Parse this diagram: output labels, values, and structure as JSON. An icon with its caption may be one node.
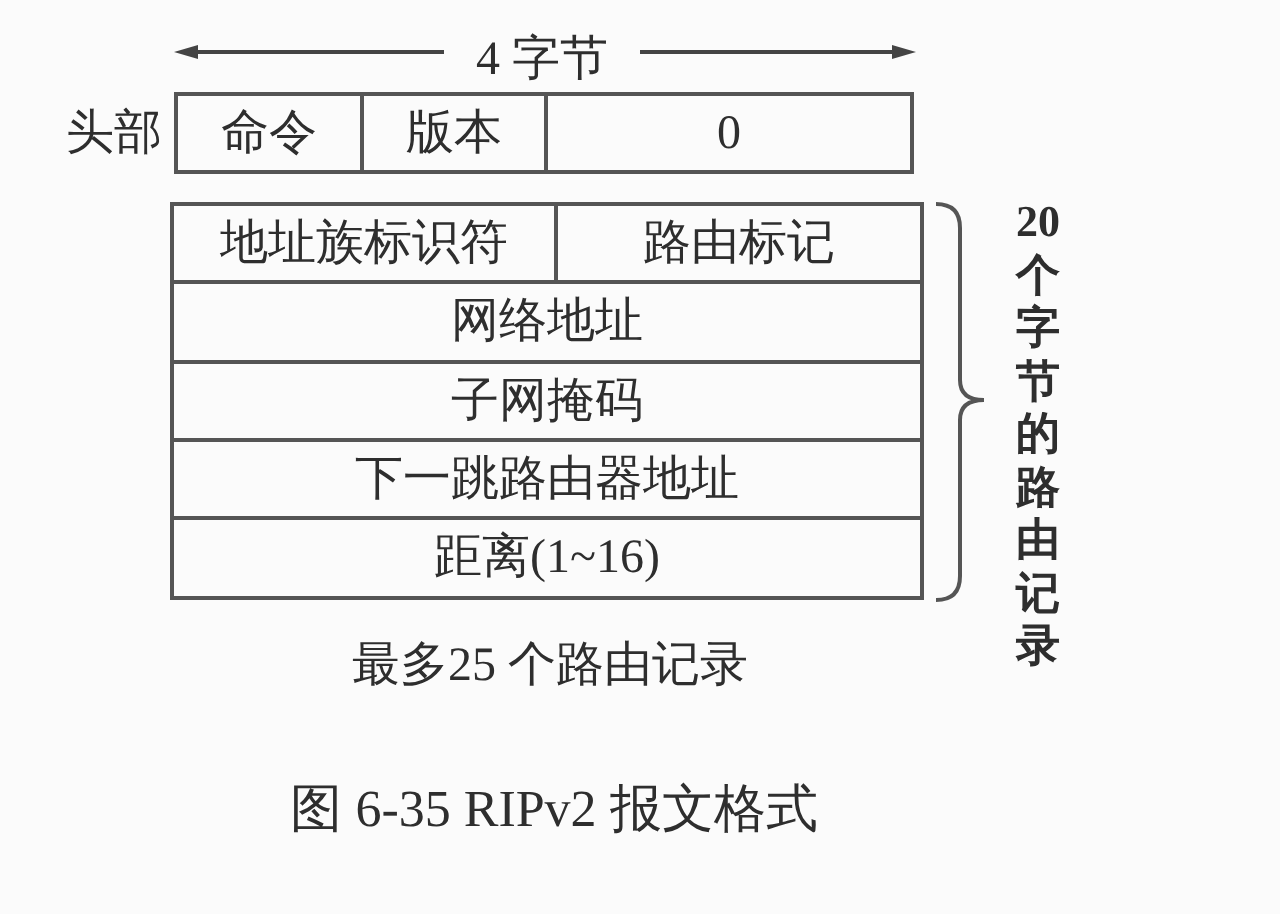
{
  "diagram": {
    "caption": "图 6-35 RIPv2 报文格式",
    "nodes": [
      {
        "text": [
          "头部"
        ]
      },
      {
        "text": [
          "命令"
        ],
        "in": 0
      },
      {
        "text": [
          "版本"
        ],
        "in": 0
      },
      {
        "text": [
          "0"
        ],
        "in": 0
      },
      {
        "text": [],
        "shape": "box",
        "beside": [
          "20个字节的路由记录",
          "最多25 个路由记录"
        ]
      },
      {
        "text": [
          "地址族标识符"
        ],
        "in": 4
      },
      {
        "text": [
          "路由标记"
        ],
        "in": 4
      },
      {
        "text": [
          "网络地址"
        ],
        "in": 4
      },
      {
        "text": [
          "子网掩码"
        ],
        "in": 4
      },
      {
        "text": [
          "下一跳路由器地址"
        ],
        "in": 4
      },
      {
        "text": [
          "距离(1~16)"
        ],
        "in": 4
      }
    ],
    "labels": [
      "4 字节"
    ]
  }
}
